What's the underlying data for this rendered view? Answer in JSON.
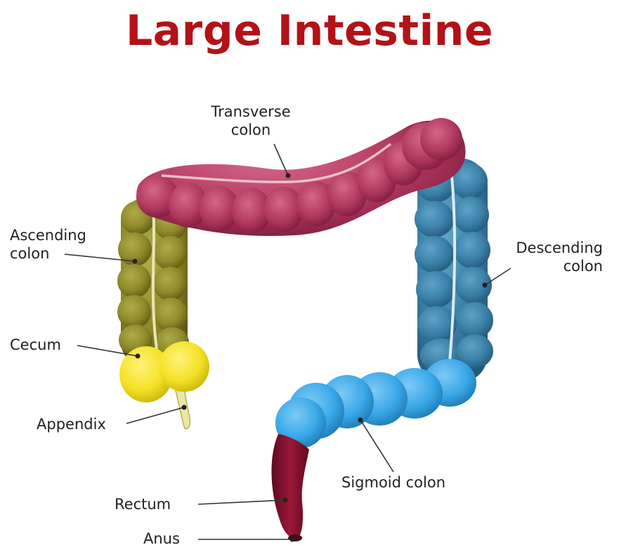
{
  "title": "Large Intestine",
  "labels": {
    "transverse": [
      "Transverse",
      "colon"
    ],
    "ascending": [
      "Ascending",
      "colon"
    ],
    "descending": [
      "Descending",
      "colon"
    ],
    "cecum": "Cecum",
    "appendix": "Appendix",
    "sigmoid": "Sigmoid colon",
    "rectum": "Rectum",
    "anus": "Anus"
  },
  "colors": {
    "title": "#b31217",
    "transverse": "#b2395f",
    "ascending": "#8e8a2a",
    "descending": "#3a7fa6",
    "cecum": "#f5e227",
    "appendix": "#ece7a6",
    "sigmoid": "#3aa9e8",
    "rectum": "#8a1030"
  }
}
